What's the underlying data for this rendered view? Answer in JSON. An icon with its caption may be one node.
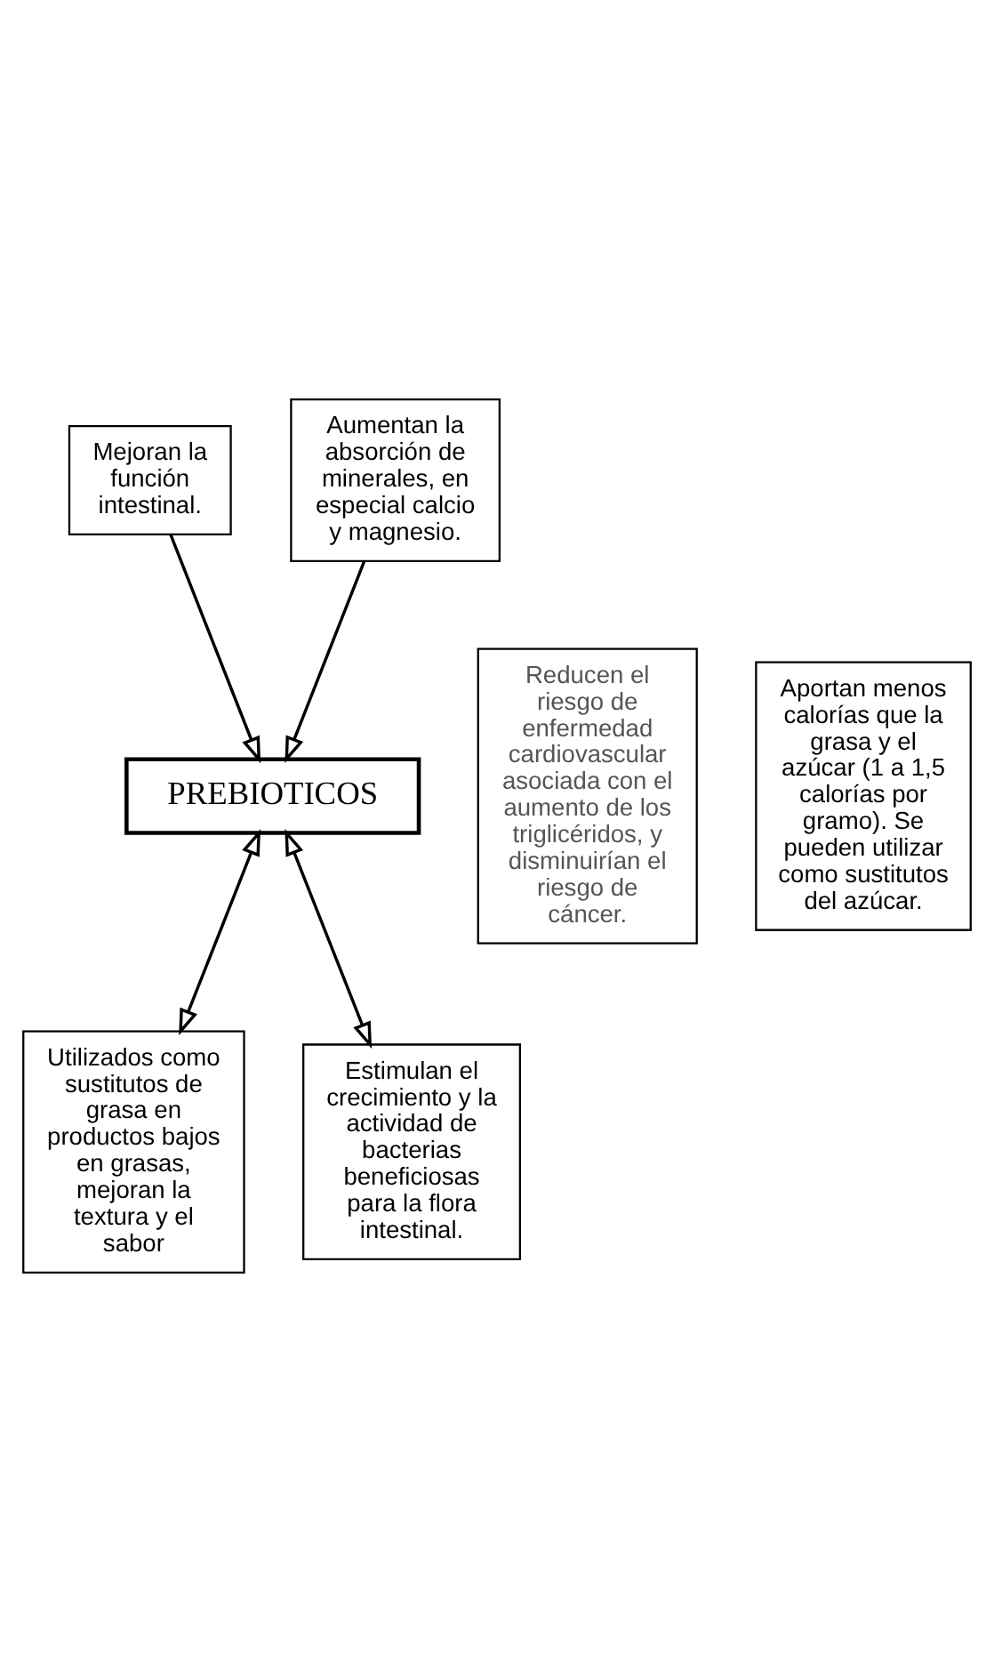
{
  "diagram": {
    "nodes": [
      {
        "text": [
          "Mejoran la función intestinal."
        ]
      },
      {
        "text": [
          "Aumentan la absorción de minerales, en especial calcio y magnesio."
        ]
      },
      {
        "text": [
          "PREBIOTICOS"
        ]
      },
      {
        "text": [
          "Reducen el riesgo de enfermedad cardiovascular asociada con el aumento de los triglicéridos, y disminuirían el riesgo de cáncer."
        ]
      },
      {
        "text": [
          "Aportan menos calorías que la grasa y el azúcar (1 a 1,5 calorías por gramo). Se pueden utilizar como sustitutos del azúcar."
        ]
      },
      {
        "text": [
          "Utilizados como sustitutos de grasa en productos bajos en grasas, mejoran la textura y el sabor"
        ]
      },
      {
        "text": [
          "Estimulan el crecimiento y la actividad de bacterias beneficiosas para la flora intestinal."
        ]
      }
    ],
    "edges": [
      {
        "from": 0,
        "to": 2,
        "arrow": "to"
      },
      {
        "from": 1,
        "to": 2,
        "arrow": "to"
      },
      {
        "from": 2,
        "to": 5,
        "arrow": "both"
      },
      {
        "from": 2,
        "to": 6,
        "arrow": "both"
      }
    ]
  }
}
